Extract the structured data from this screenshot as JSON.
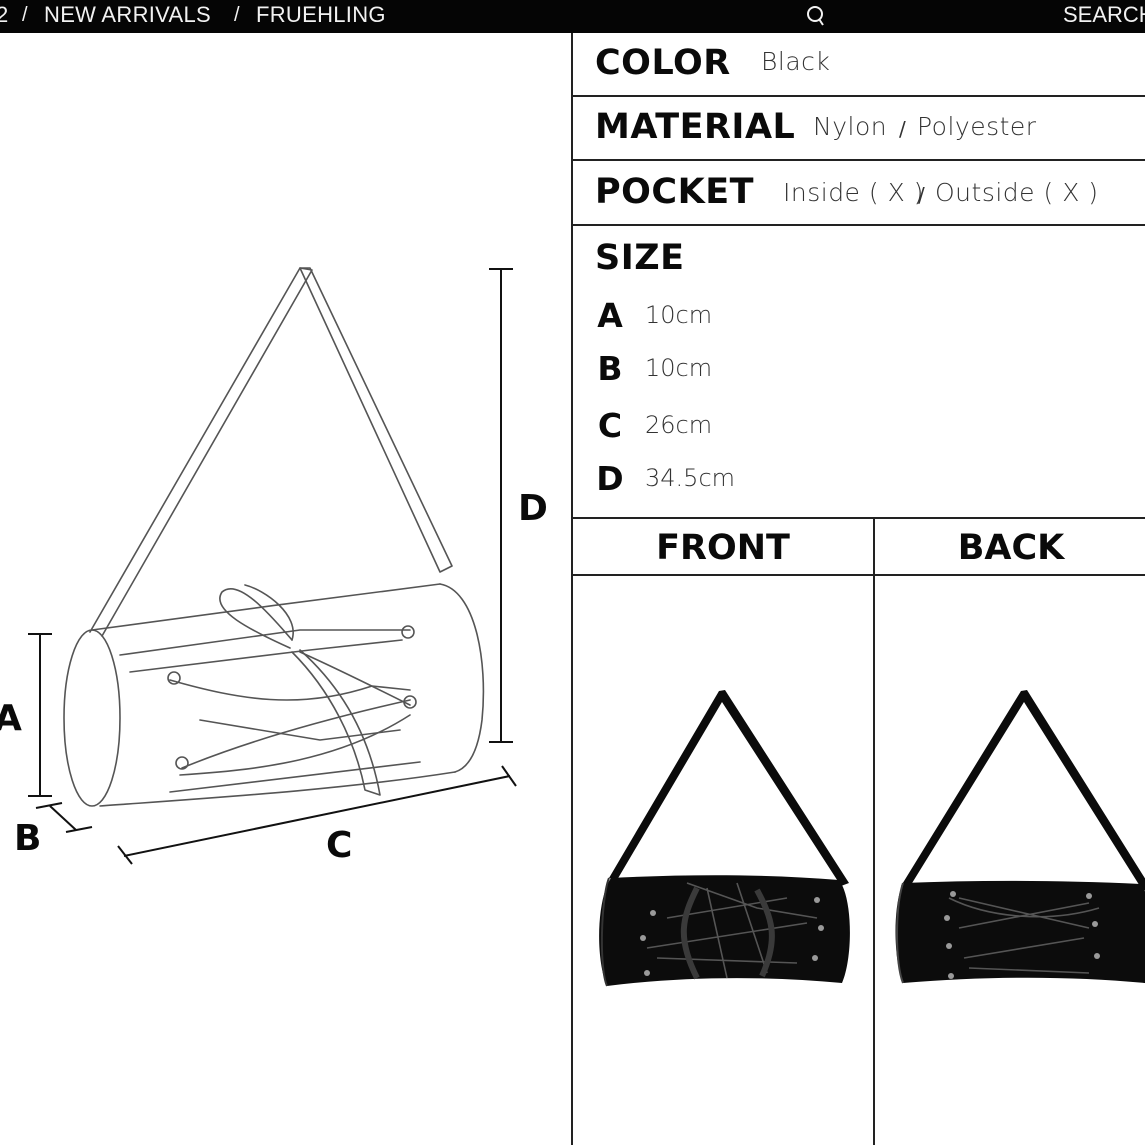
{
  "nav": {
    "crumb_partial": "2",
    "crumb_1": "NEW ARRIVALS",
    "crumb_2": "FRUEHLING",
    "separator": "/",
    "search_label": "SEARCH",
    "icons": {
      "search": "search-icon"
    }
  },
  "diagram": {
    "labels": {
      "a": "A",
      "b": "B",
      "c": "C",
      "d": "D"
    }
  },
  "spec": {
    "color": {
      "key": "COLOR",
      "value": "Black"
    },
    "material": {
      "key": "MATERIAL",
      "value_1": "Nylon",
      "value_2": "Polyester",
      "separator": "/"
    },
    "pocket": {
      "key": "POCKET",
      "value_1": "Inside ( X )",
      "value_2": "Outside ( X )",
      "separator": "/"
    },
    "size": {
      "key": "SIZE",
      "rows": [
        {
          "letter": "A",
          "value": "10cm"
        },
        {
          "letter": "B",
          "value": "10cm"
        },
        {
          "letter": "C",
          "value": "26cm"
        },
        {
          "letter": "D",
          "value": "34.5cm"
        }
      ]
    },
    "views": {
      "front": "FRONT",
      "back": "BACK"
    }
  },
  "colors": {
    "bar": "#050505",
    "line": "#222222",
    "bag": "#0b0b0b"
  }
}
